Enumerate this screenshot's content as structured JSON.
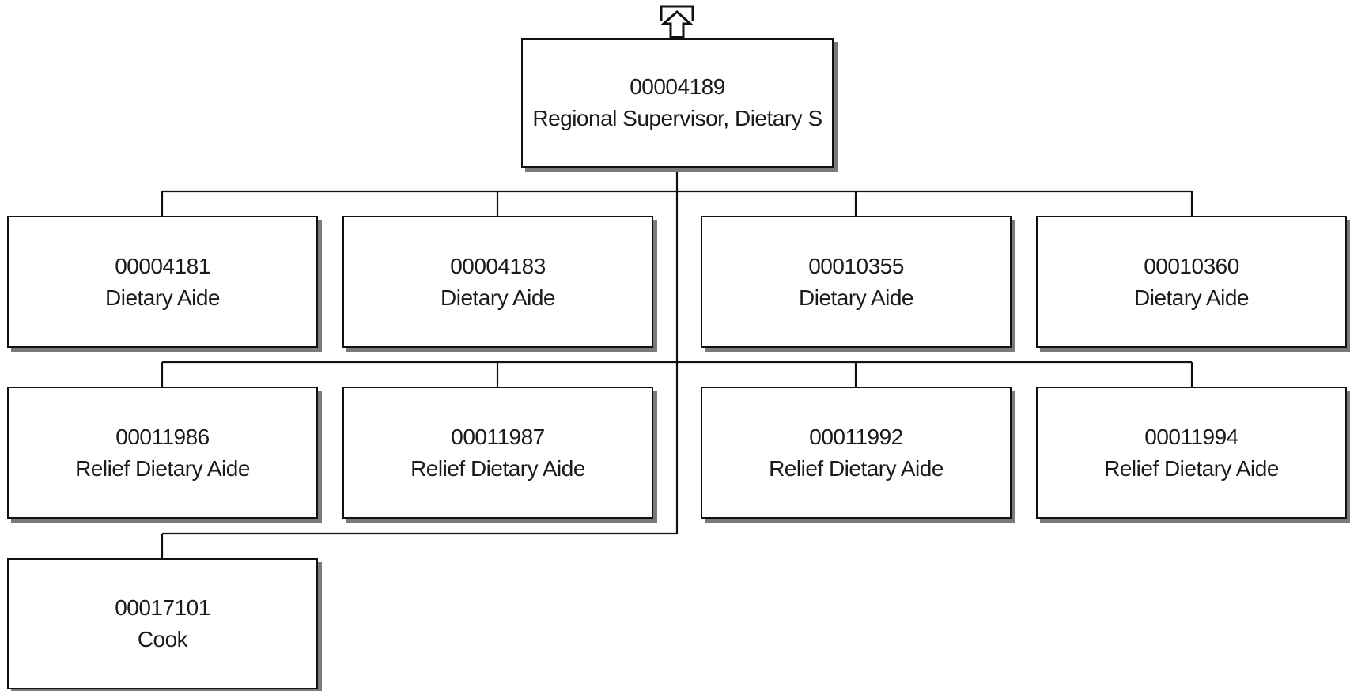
{
  "org_chart": {
    "up_icon": "up-level-icon",
    "root": {
      "id": "00004189",
      "title": "Regional Supervisor, Dietary S"
    },
    "children": [
      {
        "id": "00004181",
        "title": "Dietary Aide"
      },
      {
        "id": "00004183",
        "title": "Dietary Aide"
      },
      {
        "id": "00010355",
        "title": "Dietary Aide"
      },
      {
        "id": "00010360",
        "title": "Dietary Aide"
      },
      {
        "id": "00011986",
        "title": "Relief Dietary Aide"
      },
      {
        "id": "00011987",
        "title": "Relief Dietary Aide"
      },
      {
        "id": "00011992",
        "title": "Relief Dietary Aide"
      },
      {
        "id": "00011994",
        "title": "Relief Dietary Aide"
      },
      {
        "id": "00017101",
        "title": "Cook"
      }
    ]
  },
  "colors": {
    "border": "#111111",
    "shadow": "#7a7a7a",
    "text": "#1a1a1a",
    "background": "#ffffff"
  }
}
